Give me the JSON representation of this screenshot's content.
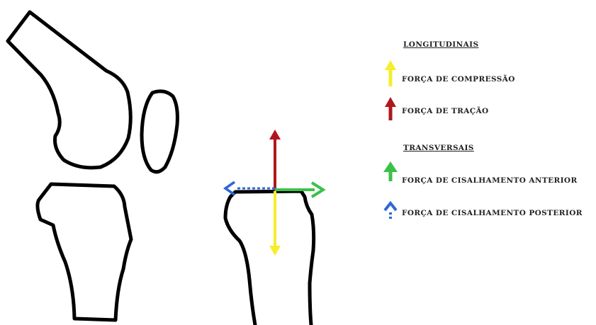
{
  "legend": {
    "longitudinal_heading": "LONGITUDINAIS",
    "compression_label": "FORÇA DE COMPRESSÃO",
    "traction_label": "FORÇA DE TRAÇÃO",
    "transverse_heading": "TRANSVERSAIS",
    "anterior_shear_label": "FORÇA DE CISALHAMENTO ANTERIOR",
    "posterior_shear_label": "FORÇA DE CISALHAMENTO POSTERIOR"
  },
  "colors": {
    "outline": "#000000",
    "compression": "#f5ee2a",
    "traction": "#b0161d",
    "anterior_shear": "#3cc04a",
    "posterior_shear": "#2f66d8"
  },
  "icons": {
    "compression": "arrow-up-yellow",
    "traction": "arrow-up-red",
    "anterior_shear": "arrow-up-green",
    "posterior_shear": "arrow-up-dotted-blue"
  }
}
